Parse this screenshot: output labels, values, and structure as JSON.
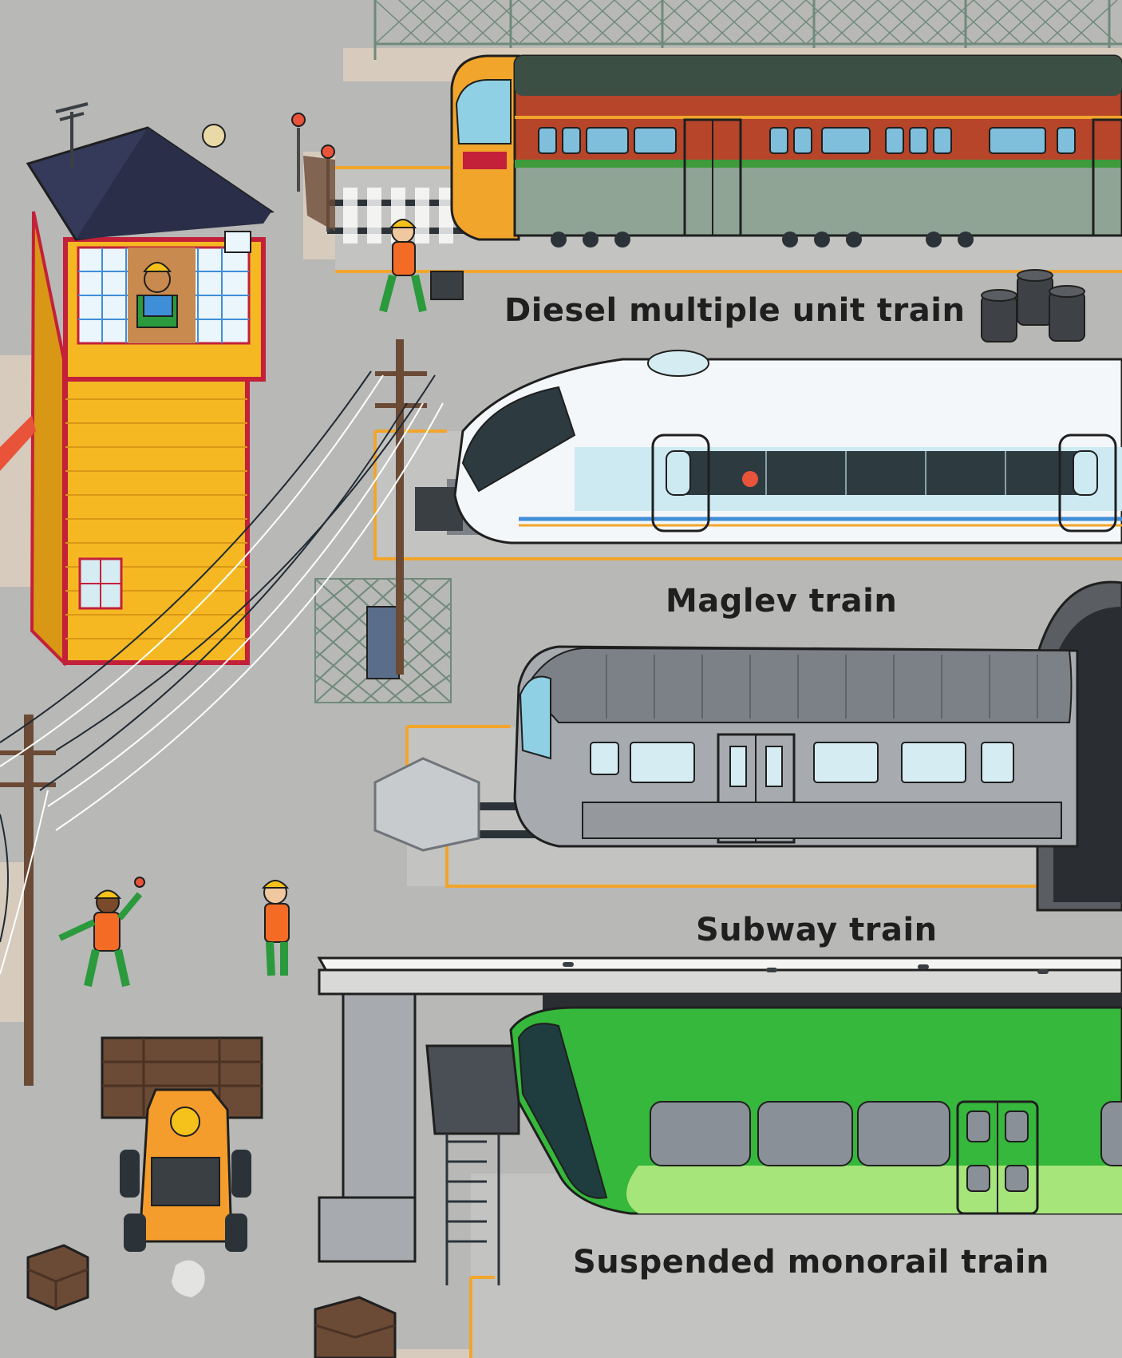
{
  "labels": {
    "diesel": "Diesel multiple unit train",
    "maglev": "Maglev train",
    "subway": "Subway train",
    "monorail": "Suspended monorail train"
  },
  "colors": {
    "ground": "#b8b8b6",
    "pavement": "#d7cbbd",
    "track_line": "#f2a52b",
    "diesel_body_top": "#b6452a",
    "diesel_body_bottom": "#8fa494",
    "diesel_stripe": "#3d9b3c",
    "maglev_body": "#f4f7f9",
    "maglev_stripe": "#3f8ed8",
    "subway_body": "#a7abb0",
    "subway_roof": "#7c8187",
    "monorail_body": "#35b83b",
    "monorail_dark": "#1f3d3e",
    "signal_box_wall": "#f5b823",
    "signal_box_frame": "#c3203a",
    "signal_box_roof": "#353a5a",
    "worker_suit": "#2a9a3d",
    "worker_vest": "#f36b24",
    "worker_helmet": "#f5c21b",
    "forklift": "#f59d2c",
    "crate": "#6b4a36"
  },
  "icons": {
    "signal_box": "signal-box-icon",
    "utility_pole": "utility-pole-icon",
    "forklift": "forklift-icon",
    "worker": "railway-worker-icon",
    "crate": "crate-icon",
    "tyres": "tyre-stack-icon",
    "tunnel": "tunnel-icon"
  }
}
